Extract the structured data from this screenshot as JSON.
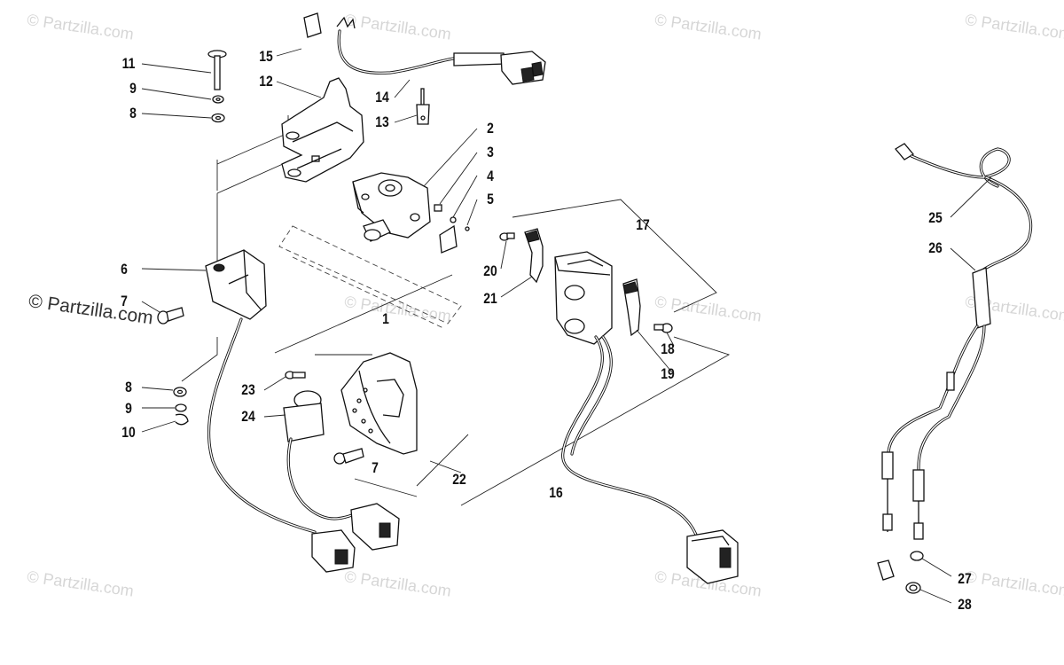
{
  "watermark": {
    "text": "© Partzilla.com"
  },
  "callouts": [
    {
      "id": "c1",
      "label": "1"
    },
    {
      "id": "c2",
      "label": "2"
    },
    {
      "id": "c3",
      "label": "3"
    },
    {
      "id": "c4",
      "label": "4"
    },
    {
      "id": "c5",
      "label": "5"
    },
    {
      "id": "c6",
      "label": "6"
    },
    {
      "id": "c7a",
      "label": "7"
    },
    {
      "id": "c7b",
      "label": "7"
    },
    {
      "id": "c8a",
      "label": "8"
    },
    {
      "id": "c8b",
      "label": "8"
    },
    {
      "id": "c9a",
      "label": "9"
    },
    {
      "id": "c9b",
      "label": "9"
    },
    {
      "id": "c10",
      "label": "10"
    },
    {
      "id": "c11",
      "label": "11"
    },
    {
      "id": "c12",
      "label": "12"
    },
    {
      "id": "c13",
      "label": "13"
    },
    {
      "id": "c14",
      "label": "14"
    },
    {
      "id": "c15",
      "label": "15"
    },
    {
      "id": "c16",
      "label": "16"
    },
    {
      "id": "c17",
      "label": "17"
    },
    {
      "id": "c18",
      "label": "18"
    },
    {
      "id": "c19",
      "label": "19"
    },
    {
      "id": "c20",
      "label": "20"
    },
    {
      "id": "c21",
      "label": "21"
    },
    {
      "id": "c22",
      "label": "22"
    },
    {
      "id": "c23",
      "label": "23"
    },
    {
      "id": "c24",
      "label": "24"
    },
    {
      "id": "c25",
      "label": "25"
    },
    {
      "id": "c26",
      "label": "26"
    },
    {
      "id": "c27",
      "label": "27"
    },
    {
      "id": "c28",
      "label": "28"
    }
  ]
}
